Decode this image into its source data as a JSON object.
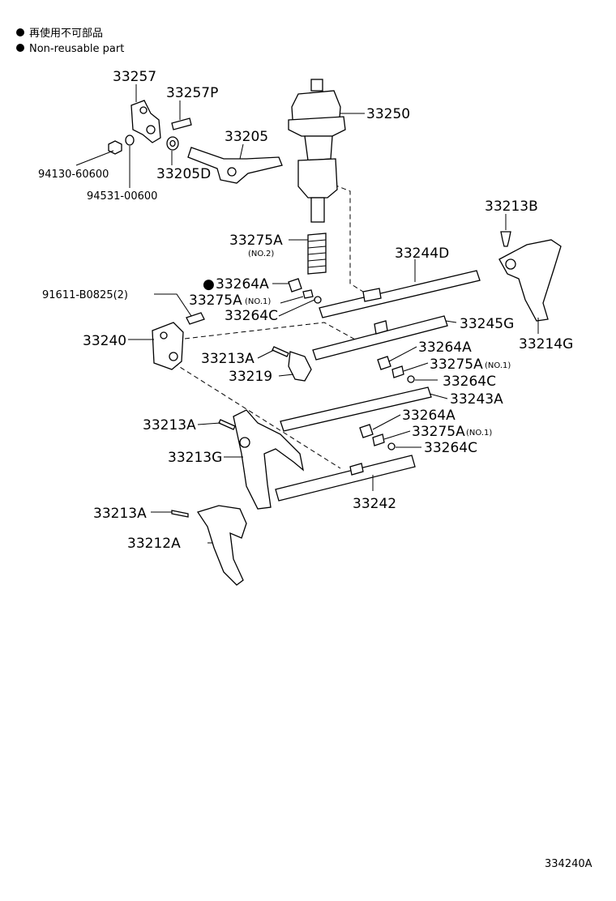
{
  "legend": [
    {
      "marker": "●",
      "text": "再使用不可部品"
    },
    {
      "marker": "●",
      "text": "Non-reusable part"
    }
  ],
  "labels": {
    "p33257": "33257",
    "p33257P": "33257P",
    "p33250": "33250",
    "p33205": "33205",
    "p94130": "94130-60600",
    "p33205D": "33205D",
    "p94531": "94531-00600",
    "p33213B": "33213B",
    "p33275A_no2": "33275A",
    "p33275A_no2_sub": "(NO.2)",
    "p33244D": "33244D",
    "p33264A_1_marker": "●",
    "p33264A_1": "33264A",
    "p91611": "91611-B0825(2)",
    "p33275A_1": "33275A",
    "p33275A_1_sub": "(NO.1)",
    "p33264C_1": "33264C",
    "p33245G": "33245G",
    "p33214G": "33214G",
    "p33240": "33240",
    "p33264A_2": "33264A",
    "p33213A_1": "33213A",
    "p33275A_2": "33275A",
    "p33275A_2_sub": "(NO.1)",
    "p33219": "33219",
    "p33264C_2": "33264C",
    "p33243A": "33243A",
    "p33264A_3": "33264A",
    "p33213A_2": "33213A",
    "p33275A_3": "33275A",
    "p33275A_3_sub": "(NO.1)",
    "p33213G": "33213G",
    "p33264C_3": "33264C",
    "p33242": "33242",
    "p33213A_3": "33213A",
    "p33212A": "33212A"
  },
  "diagram_code": "334240A"
}
